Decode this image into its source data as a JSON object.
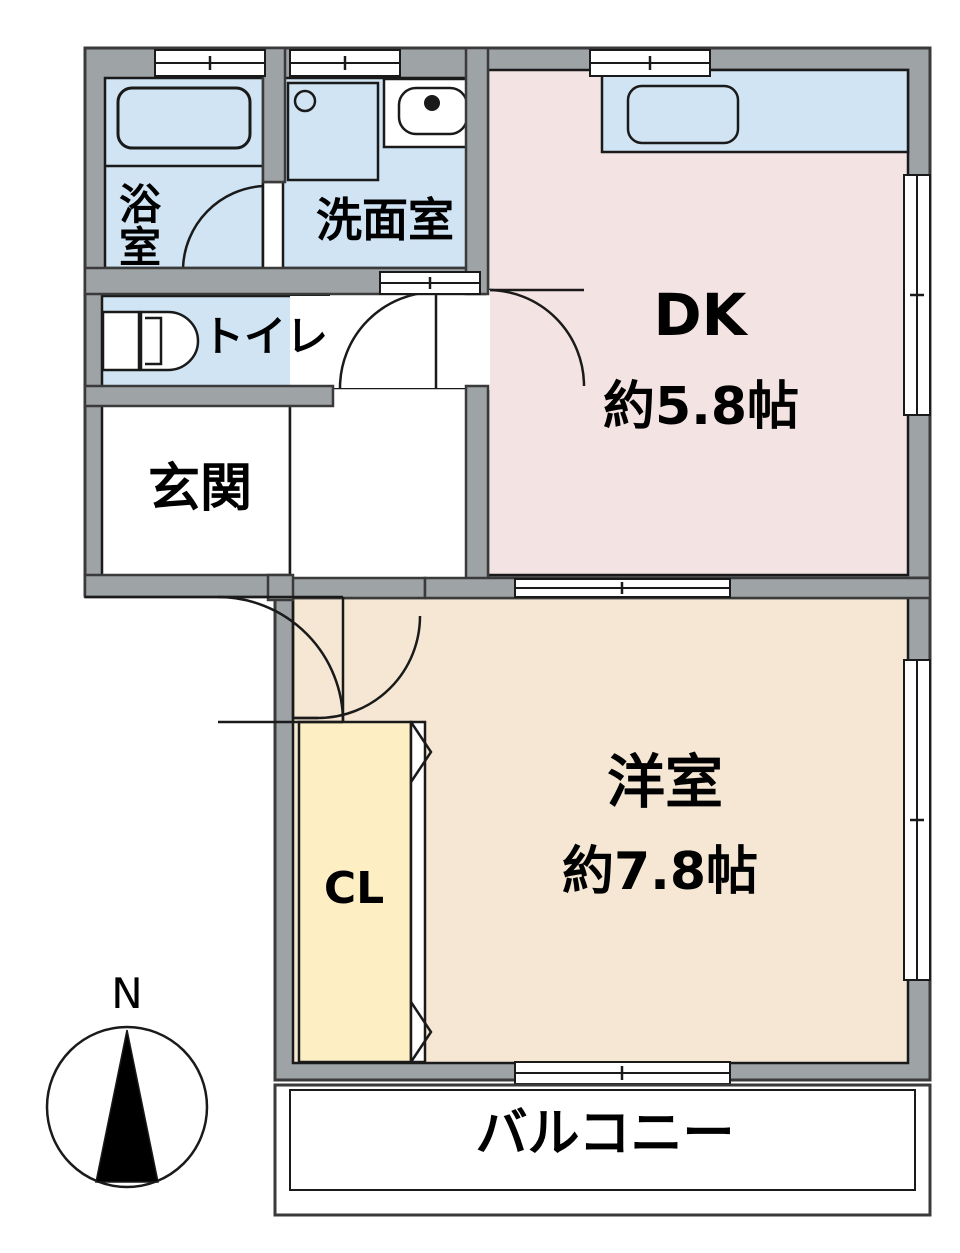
{
  "plan": {
    "type": "apartment-floor-plan",
    "layout_name": "1DK",
    "colors": {
      "wall": "#9ea3a6",
      "wall_stroke": "#3a3a3a",
      "room_dk": "#f4e3e3",
      "room_washitsu": "#f5e7d4",
      "closet": "#fdeec4",
      "wet_area": "#d0e4f3",
      "white": "#ffffff",
      "line": "#1a1a1a",
      "text": "#000000"
    },
    "rooms": [
      {
        "key": "dk",
        "label_lines": [
          "DK",
          "約5.8帖"
        ],
        "name": "DK",
        "size": "約5.8帖",
        "fill": "#f4e3e3"
      },
      {
        "key": "washitsu",
        "label_lines": [
          "洋室",
          "約7.8帖"
        ],
        "name": "洋室",
        "size": "約7.8帖",
        "fill": "#f5e7d4"
      },
      {
        "key": "bath",
        "label_lines": [
          "浴",
          "室"
        ],
        "name": "浴室",
        "size": "",
        "fill": "#d0e4f3"
      },
      {
        "key": "washroom",
        "label_lines": [
          "洗面室"
        ],
        "name": "洗面室",
        "size": "",
        "fill": "#d0e4f3"
      },
      {
        "key": "toilet",
        "label_lines": [
          "トイレ"
        ],
        "name": "トイレ",
        "size": "",
        "fill": "#d0e4f3"
      },
      {
        "key": "genkan",
        "label_lines": [
          "玄関"
        ],
        "name": "玄関",
        "size": "",
        "fill": "#ffffff"
      },
      {
        "key": "closet",
        "label_lines": [
          "CL"
        ],
        "name": "CL",
        "size": "",
        "fill": "#fdeec4"
      },
      {
        "key": "balcony",
        "label_lines": [
          "バルコニー"
        ],
        "name": "バルコニー",
        "size": "",
        "fill": "#ffffff"
      }
    ],
    "labels": {
      "dk_name": "DK",
      "dk_size": "約5.8帖",
      "washitsu_name": "洋室",
      "washitsu_size": "約7.8帖",
      "bath_line1": "浴",
      "bath_line2": "室",
      "washroom": "洗面室",
      "toilet": "トイレ",
      "genkan": "玄関",
      "closet": "CL",
      "balcony": "バルコニー"
    },
    "compass": {
      "north_letter": "N",
      "direction": "north-up"
    },
    "fixtures": [
      {
        "name": "bathtub",
        "room": "浴室"
      },
      {
        "name": "washing-machine-space",
        "room": "洗面室"
      },
      {
        "name": "wash-basin",
        "room": "洗面室"
      },
      {
        "name": "toilet-bowl",
        "room": "トイレ"
      },
      {
        "name": "kitchen-counter",
        "room": "DK"
      },
      {
        "name": "kitchen-sink",
        "room": "DK"
      }
    ]
  }
}
